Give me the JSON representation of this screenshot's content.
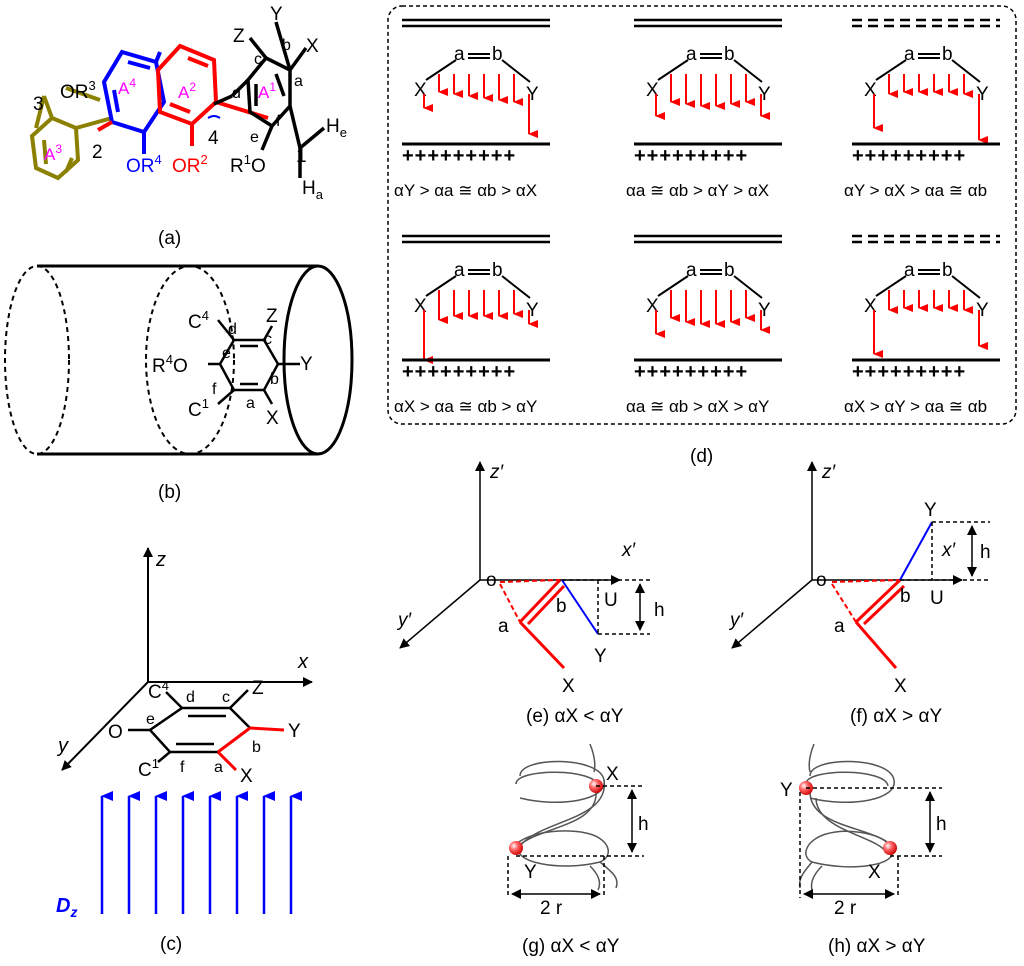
{
  "panel_a": {
    "caption": "(a)",
    "labels": {
      "or3": "OR",
      "or3_sup": "3",
      "n3": "3",
      "a4": "A",
      "a4_sup": "4",
      "a2": "A",
      "a2_sup": "2",
      "a3": "A",
      "a3_sup": "3",
      "n2": "2",
      "or4": "OR",
      "or4_sup": "4",
      "or2": "OR",
      "or2_sup": "2",
      "n4": "4",
      "r1o": "R",
      "r1o_sup": "1",
      "r1o_tail": "O",
      "n1": "1",
      "a1": "A",
      "a1_sup": "1",
      "d": "d",
      "c": "c",
      "b": "b",
      "a": "a",
      "e": "e",
      "f": "f",
      "Z": "Z",
      "Y": "Y",
      "X": "X",
      "He": "H",
      "He_sub": "e",
      "Ha": "H",
      "Ha_sub": "a"
    },
    "colors": {
      "ring_a3": "#8b8000",
      "ring_a4": "#0000ff",
      "ring_a2": "#ff0000",
      "ring_a1": "#000000",
      "ring_label": "#ff00ff"
    }
  },
  "panel_b": {
    "caption": "(b)",
    "labels": {
      "c4": "C",
      "c4_sup": "4",
      "d": "d",
      "Z": "Z",
      "c": "c",
      "r4o": "R",
      "r4o_sup": "4",
      "r4o_tail": "O",
      "e": "e",
      "Y": "Y",
      "b": "b",
      "f": "f",
      "c1": "C",
      "c1_sup": "1",
      "a": "a",
      "X": "X"
    }
  },
  "panel_c": {
    "caption": "(c)",
    "labels": {
      "z": "z",
      "x": "x",
      "y": "y",
      "c4": "C",
      "c4_sup": "4",
      "d": "d",
      "c": "c",
      "Z": "Z",
      "O": "O",
      "e": "e",
      "Y": "Y",
      "b": "b",
      "c1": "C",
      "c1_sup": "1",
      "f": "f",
      "a": "a",
      "X": "X",
      "Dz": "D",
      "Dz_sub": "z"
    },
    "colors": {
      "field": "#0000ff",
      "bond": "#ff0000"
    }
  },
  "panel_d": {
    "caption": "(d)",
    "plus_row": "+++++++++",
    "atoms": {
      "a": "a",
      "b": "b",
      "X": "X",
      "Y": "Y"
    },
    "inequalities": [
      "αY > αa ≅ αb > αX",
      "αa ≅ αb > αY > αX",
      "αY > αX > αa ≅ αb",
      "αX > αa ≅ αb > αY",
      "αa ≅ αb > αX > αY",
      "αX > αY > αa ≅ αb"
    ],
    "colors": {
      "arrow": "#ff0000"
    }
  },
  "panel_e": {
    "caption": "(e)  αX < αY",
    "labels": {
      "zp": "z′",
      "xp": "x′",
      "yp": "y′",
      "o": "o",
      "a": "a",
      "b": "b",
      "X": "X",
      "Y": "Y",
      "U": "U",
      "h": "h"
    }
  },
  "panel_f": {
    "caption": "(f)  αX > αY",
    "labels": {
      "zp": "z′",
      "xp": "x′",
      "yp": "y′",
      "o": "o",
      "a": "a",
      "b": "b",
      "X": "X",
      "Y": "Y",
      "U": "U",
      "h": "h"
    }
  },
  "panel_g": {
    "caption": "(g)  αX < αY",
    "labels": {
      "X": "X",
      "Y": "Y",
      "h": "h",
      "r2": "2 r"
    }
  },
  "panel_h": {
    "caption": "(h) αX > αY",
    "labels": {
      "X": "X",
      "Y": "Y",
      "h": "h",
      "r2": "2 r"
    }
  }
}
